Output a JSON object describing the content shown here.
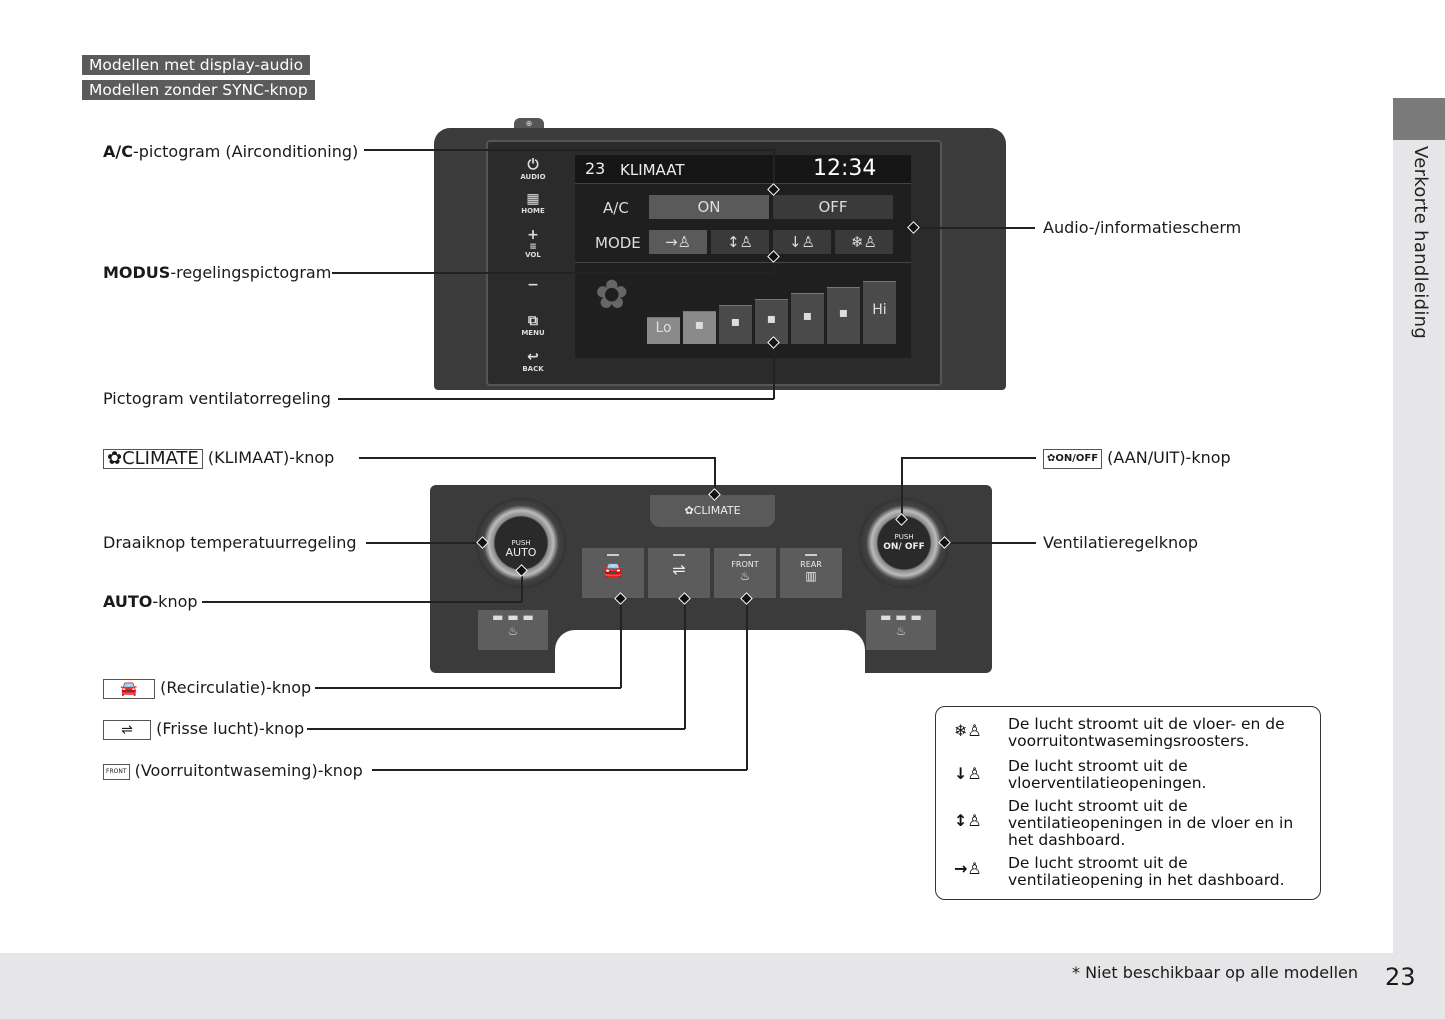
{
  "model_tags": [
    "Modellen met display-audio",
    "Modellen zonder SYNC-knop"
  ],
  "side_tab": {
    "label": "Verkorte handleiding"
  },
  "head_unit": {
    "side_buttons": [
      {
        "icon": "power-icon",
        "glyph": "⏻",
        "label": "AUDIO"
      },
      {
        "icon": "home-grid-icon",
        "glyph": "▦",
        "label": "HOME"
      },
      {
        "icon": "vol-plus-icon",
        "glyph": "+",
        "label": "VOL"
      },
      {
        "icon": "vol-minus-icon",
        "glyph": "−",
        "label": ""
      },
      {
        "icon": "menu-icon",
        "glyph": "⧉",
        "label": "MENU"
      },
      {
        "icon": "back-icon",
        "glyph": "↩",
        "label": "BACK"
      }
    ],
    "screen": {
      "page_number": "23",
      "title": "KLIMAAT",
      "clock": "12:34",
      "ac_label": "A/C",
      "ac_options": [
        {
          "label": "ON",
          "selected": true
        },
        {
          "label": "OFF",
          "selected": false
        }
      ],
      "mode_label": "MODE",
      "mode_options": [
        {
          "icon": "dashboard-vent-icon",
          "glyph": "→♙",
          "selected": true
        },
        {
          "icon": "floor-dashboard-vent-icon",
          "glyph": "↕♙",
          "selected": false
        },
        {
          "icon": "floor-vent-icon",
          "glyph": "↓♙",
          "selected": false
        },
        {
          "icon": "floor-defrost-vent-icon",
          "glyph": "❄♙",
          "selected": false
        }
      ],
      "fan_levels": [
        "Lo",
        "▪",
        "▪",
        "▪",
        "▪",
        "▪",
        "Hi"
      ],
      "fan_level_current": 2,
      "fan_level_max": 7
    }
  },
  "climate_panel": {
    "climate_button": "✿CLIMATE",
    "left_knob": {
      "push": "PUSH",
      "label": "AUTO"
    },
    "right_knob": {
      "push": "PUSH",
      "label": "ON/ OFF"
    },
    "buttons": [
      {
        "icon": "recirculation-icon",
        "label": "",
        "glyph": "🚘"
      },
      {
        "icon": "fresh-air-icon",
        "label": "",
        "glyph": "⇌"
      },
      {
        "icon": "front-defrost-icon",
        "label": "FRONT",
        "glyph": "♨"
      },
      {
        "icon": "rear-defrost-icon",
        "label": "REAR",
        "glyph": "▥"
      }
    ],
    "seat_heater_glyph": "♨"
  },
  "callouts": {
    "ac_icon": {
      "bold": "A/C",
      "rest": "-pictogram (Airconditioning)"
    },
    "mode_icon": {
      "bold": "MODUS",
      "rest": "-regelingspictogram"
    },
    "fan_icon": "Pictogram ventilatorregeling",
    "screen": "Audio-/informatiescherm",
    "climate_btn": {
      "badge": "✿CLIMATE",
      "rest": "(KLIMAAT)-knop"
    },
    "temp_knob": "Draaiknop temperatuurregeling",
    "auto_btn": {
      "bold": "AUTO",
      "rest": "-knop"
    },
    "onoff_btn": {
      "badge": "✿ON/OFF",
      "rest": "(AAN/UIT)-knop"
    },
    "fan_knob": "Ventilatieregelknop",
    "recirc_btn": {
      "badge": "🚘",
      "rest": "(Recirculatie)-knop"
    },
    "fresh_btn": {
      "badge": "⇌",
      "rest": "(Frisse lucht)-knop"
    },
    "defrost_btn": {
      "badge": "FRONT",
      "rest": "(Voorruitontwaseming)-knop"
    }
  },
  "legend": [
    {
      "icon": "floor-defrost-vent-icon",
      "glyph": "❄♙",
      "text": "De lucht stroomt uit de vloer- en de voorruitontwasemingsroosters."
    },
    {
      "icon": "floor-vent-icon",
      "glyph": "↓♙",
      "text": "De lucht stroomt uit de vloerventilatieopeningen."
    },
    {
      "icon": "floor-dashboard-vent-icon",
      "glyph": "↕♙",
      "text": "De lucht stroomt uit de ventilatieopeningen in de vloer en in het dashboard."
    },
    {
      "icon": "dashboard-vent-icon",
      "glyph": "→♙",
      "text": "De lucht stroomt uit de ventilatieopening in het dashboard."
    }
  ],
  "footer": {
    "note": "* Niet beschikbaar op alle modellen",
    "page": "23"
  }
}
